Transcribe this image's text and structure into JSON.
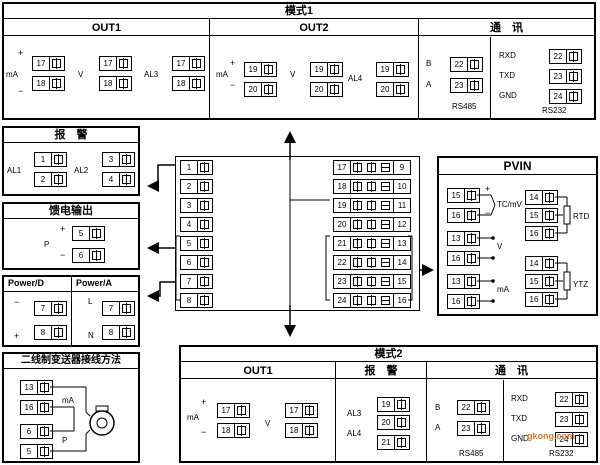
{
  "module1": {
    "title": "模式1",
    "out1": "OUT1",
    "out2": "OUT2",
    "comm": "通　讯",
    "rs485": "RS485",
    "rs232": "RS232",
    "ma": "mA",
    "v": "V",
    "al3": "AL3",
    "al4": "AL4",
    "b": "B",
    "a": "A",
    "rxd": "RXD",
    "txd": "TXD",
    "gnd": "GND",
    "plus": "+",
    "minus": "−",
    "t17": "17",
    "t18": "18",
    "t19": "19",
    "t20": "20",
    "t22": "22",
    "t23": "23",
    "t24": "24"
  },
  "alarm": {
    "title": "报　警",
    "al1": "AL1",
    "al2": "AL2",
    "t1": "1",
    "t2": "2",
    "t3": "3",
    "t4": "4"
  },
  "feed": {
    "title": "馈电输出",
    "p": "P",
    "plus": "+",
    "minus": "−",
    "t5": "5",
    "t6": "6"
  },
  "power": {
    "title_d": "Power/D",
    "title_a": "Power/A",
    "l": "L",
    "n": "N",
    "minus": "−",
    "plus": "+",
    "t7": "7",
    "t8": "8"
  },
  "twowire": {
    "title": "二线制变送器接线方法",
    "ma": "mA",
    "p": "P",
    "t13": "13",
    "t16": "16",
    "t6": "6",
    "t5": "5"
  },
  "main": {
    "left": [
      "1",
      "2",
      "3",
      "4",
      "5",
      "6",
      "7",
      "8"
    ],
    "right_a": [
      "17",
      "18",
      "19",
      "20",
      "21",
      "22",
      "23",
      "24"
    ],
    "right_b": [
      "9",
      "10",
      "11",
      "12",
      "13",
      "14",
      "15",
      "16"
    ]
  },
  "pvin": {
    "title": "PVIN",
    "tcmv": "TC/mV",
    "rtd": "RTD",
    "v": "V",
    "ma": "mA",
    "ytz": "YTZ",
    "plus": "+",
    "minus": "−",
    "left": [
      "15",
      "16",
      "13",
      "16",
      "13",
      "16"
    ],
    "right": [
      "14",
      "15",
      "16",
      "14",
      "15",
      "16"
    ]
  },
  "module2": {
    "title": "模式2",
    "out1": "OUT1",
    "alarm": "报　警",
    "comm": "通　讯",
    "rs485": "RS485",
    "rs232": "RS232",
    "ma": "mA",
    "v": "V",
    "al3": "AL3",
    "al4": "AL4",
    "b": "B",
    "a": "A",
    "rxd": "RXD",
    "txd": "TXD",
    "gnd": "GND",
    "plus": "+",
    "minus": "−",
    "t17": "17",
    "t18": "18",
    "t19": "19",
    "t20": "20",
    "t21": "21",
    "t22": "22",
    "t23": "23",
    "t24": "24"
  },
  "watermark": "gkong.com"
}
